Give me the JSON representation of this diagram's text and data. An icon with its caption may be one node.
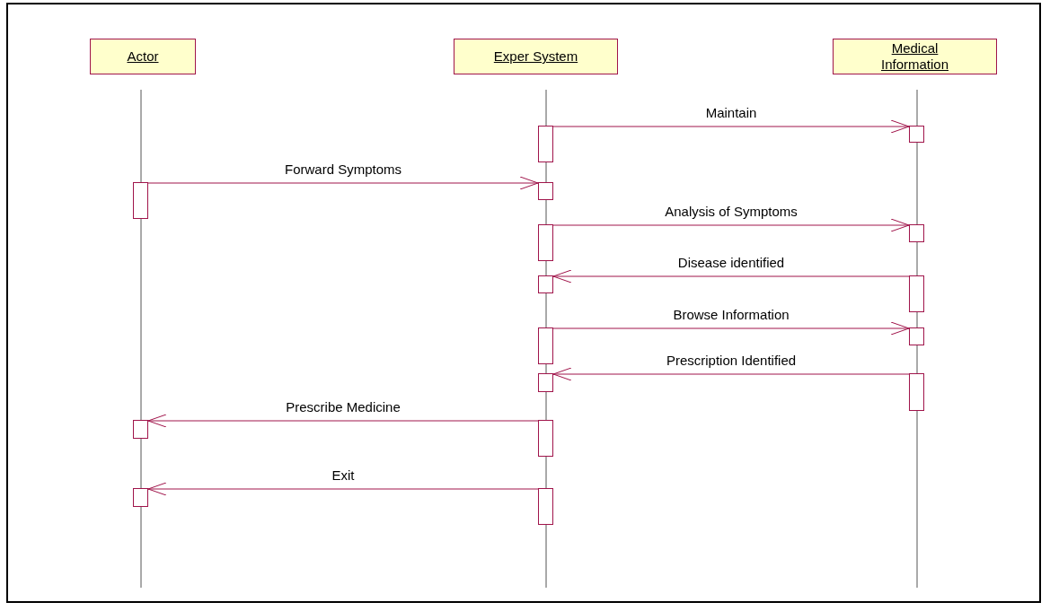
{
  "diagram": {
    "nodes": [
      {
        "text": [
          "Actor"
        ]
      },
      {
        "text": [
          "Exper System"
        ]
      },
      {
        "text": [
          "Medical Information"
        ]
      },
      {
        "text": [],
        "shape": "bar"
      },
      {
        "text": [],
        "shape": "bar"
      },
      {
        "text": [],
        "shape": "bar"
      },
      {
        "text": [],
        "shape": "bar"
      },
      {
        "text": [],
        "shape": "bar"
      },
      {
        "text": [],
        "shape": "bar"
      },
      {
        "text": [],
        "shape": "bar"
      },
      {
        "text": [],
        "shape": "bar"
      },
      {
        "text": [],
        "shape": "bar"
      },
      {
        "text": [],
        "shape": "bar"
      },
      {
        "text": [],
        "shape": "bar"
      },
      {
        "text": [],
        "shape": "bar"
      },
      {
        "text": [],
        "shape": "bar"
      },
      {
        "text": [],
        "shape": "bar"
      },
      {
        "text": [],
        "shape": "bar"
      },
      {
        "text": [],
        "shape": "bar"
      }
    ],
    "edges": [
      {
        "from": 3,
        "to": 4,
        "arrow": "to",
        "label": "Maintain"
      },
      {
        "from": 5,
        "to": 6,
        "arrow": "to",
        "label": "Forward Symptoms"
      },
      {
        "from": 7,
        "to": 8,
        "arrow": "to",
        "label": "Analysis of Symptoms"
      },
      {
        "from": 10,
        "to": 9,
        "arrow": "to",
        "label": "Disease identified"
      },
      {
        "from": 11,
        "to": 12,
        "arrow": "to",
        "label": "Browse Information"
      },
      {
        "from": 14,
        "to": 13,
        "arrow": "to",
        "label": "Prescription Identified"
      },
      {
        "from": 16,
        "to": 15,
        "arrow": "to",
        "label": "Prescribe Medicine"
      },
      {
        "from": 18,
        "to": 17,
        "arrow": "to",
        "label": "Exit"
      }
    ]
  }
}
